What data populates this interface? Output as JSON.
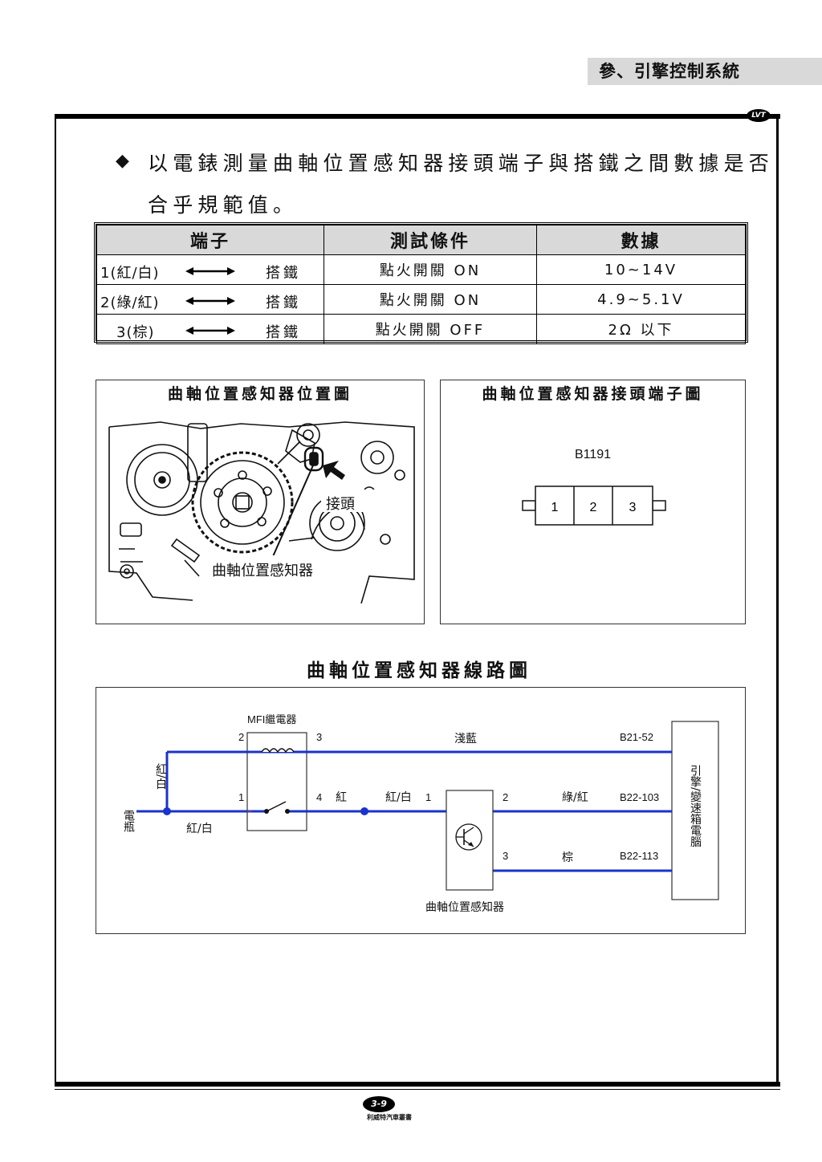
{
  "header": {
    "chapter": "參、引擎控制系統",
    "logo": "LVT"
  },
  "intro": {
    "bullet": "◆",
    "line1": "以電錶測量曲軸位置感知器接頭端子與搭鐵之間數據是否",
    "line2": "合乎規範值。"
  },
  "table": {
    "headers": [
      "端子",
      "測試條件",
      "數據"
    ],
    "rows": [
      {
        "terminal": "1(紅/白)",
        "ground": "搭鐵",
        "condition": "點火開關 ON",
        "value": "10~14V"
      },
      {
        "terminal": "2(綠/紅)",
        "ground": "搭鐵",
        "condition": "點火開關 ON",
        "value": "4.9~5.1V"
      },
      {
        "terminal": "3(棕)",
        "ground": "搭鐵",
        "condition": "點火開關 OFF",
        "value": "2Ω 以下"
      }
    ]
  },
  "fig_location": {
    "title": "曲軸位置感知器位置圖",
    "label_connector": "接頭",
    "label_sensor": "曲軸位置感知器"
  },
  "fig_connector": {
    "title": "曲軸位置感知器接頭端子圖",
    "id": "B1191",
    "pins": [
      "1",
      "2",
      "3"
    ]
  },
  "wiring": {
    "title": "曲軸位置感知器線路圖",
    "relay_name": "MFI繼電器",
    "relay_pin2": "2",
    "relay_pin3": "3",
    "relay_pin1": "1",
    "relay_pin4": "4",
    "battery": "電瓶",
    "wire_red_white_vertical": "紅/白",
    "wire_red_white_bottom": "紅/白",
    "wire_red": "紅",
    "wire_red_white_2": "紅/白",
    "sensor_pin1": "1",
    "sensor_pin2": "2",
    "sensor_pin3": "3",
    "wire_light_blue": "淺藍",
    "wire_green_red": "綠/紅",
    "wire_brown": "棕",
    "ecu_pin_b21_52": "B21-52",
    "ecu_pin_b22_103": "B22-103",
    "ecu_pin_b22_113": "B22-113",
    "ecu_name": "引擎/變速箱電腦",
    "sensor_name": "曲軸位置感知器",
    "wire_color": "#1a33cc"
  },
  "footer": {
    "page": "3-9",
    "publisher": "利威特汽車叢書"
  }
}
